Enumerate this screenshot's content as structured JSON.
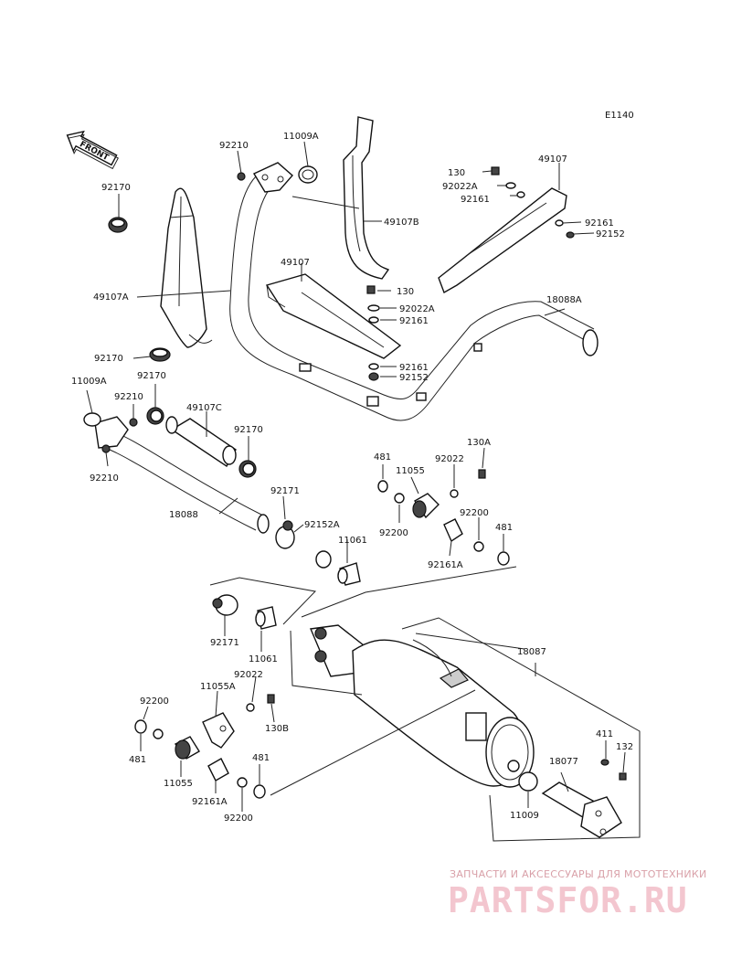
{
  "diagram_code": "E1140",
  "front_badge": "FRONT",
  "labels": {
    "l92210_top": "92210",
    "l11009A_top": "11009A",
    "l92170_top": "92170",
    "l49107B": "49107B",
    "l49107_mid": "49107",
    "l49107A": "49107A",
    "l130_mid": "130",
    "l92022A_mid": "92022A",
    "l92161_mid": "92161",
    "l92170_mid": "92170",
    "l92161_mid2": "92161",
    "l92152_mid": "92152",
    "l11009A_left": "11009A",
    "l92170_mid2": "92170",
    "l92210_left": "92210",
    "l49107C": "49107C",
    "l92170_right": "92170",
    "l92210_low": "92210",
    "l18088": "18088",
    "l130_tr": "130",
    "l49107_tr": "49107",
    "l92022A_tr": "92022A",
    "l92161_tr": "92161",
    "l92161_tr2": "92161",
    "l92152_tr": "92152",
    "l18088A": "18088A",
    "l130A": "130A",
    "l481_a": "481",
    "l11055_a": "11055",
    "l92022_a": "92022",
    "l92200_a": "92200",
    "l92200_b": "92200",
    "l481_b": "481",
    "l92161A_a": "92161A",
    "l92171_a": "92171",
    "l92152A": "92152A",
    "l11061_a": "11061",
    "l92171_b": "92171",
    "l11061_b": "11061",
    "l18087": "18087",
    "l92200_c": "92200",
    "l92022_b": "92022",
    "l11055A": "11055A",
    "l130B": "130B",
    "l481_c": "481",
    "l481_d": "481",
    "l11055_b": "11055",
    "l92161A_b": "92161A",
    "l92200_d": "92200",
    "l411": "411",
    "l132": "132",
    "l18077": "18077",
    "l11009_bottom": "11009"
  },
  "watermark": {
    "tagline": "ЗАПЧАСТИ И АКСЕССУАРЫ ДЛЯ МОТОТЕХНИКИ",
    "logo": "PARTSFOR.RU"
  }
}
